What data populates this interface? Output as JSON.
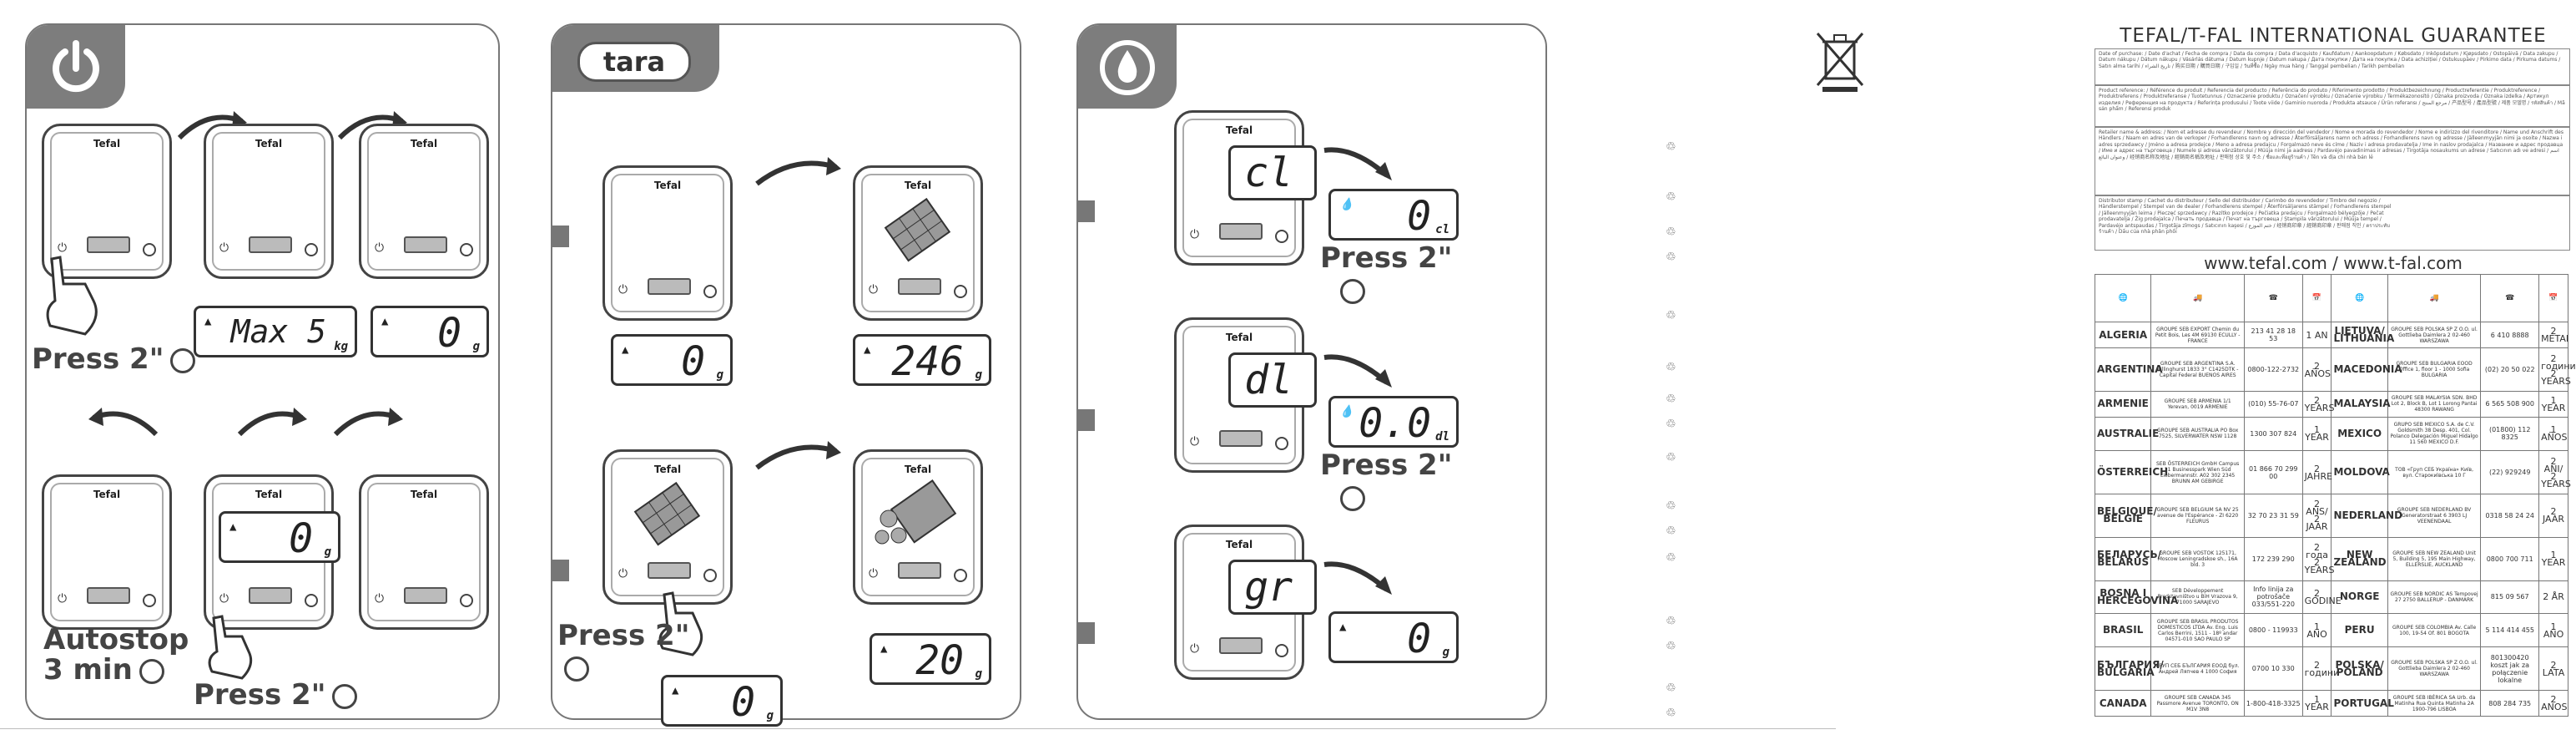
{
  "panel1": {
    "brand": "Tefal",
    "display_max": "Max 5",
    "display_max_unit": "kg",
    "display_zero": "0",
    "unit_g": "g",
    "press_label": "Press 2\"",
    "autostop_line1": "Autostop",
    "autostop_line2": "3 min",
    "press_label_bottom": "Press 2\""
  },
  "panel2": {
    "tara_label": "tara",
    "brand": "Tefal",
    "display_zero": "0",
    "display_246": "246",
    "display_zero_b": "0",
    "display_20": "20",
    "unit_g": "g",
    "press_label": "Press 2\""
  },
  "panel3": {
    "brand": "Tefal",
    "step1_unit_big": "cl",
    "step1_value": "0",
    "step1_unit": "cl",
    "step2_unit_big": "dl",
    "step2_value": "0.0",
    "step2_unit": "dl",
    "step3_unit_big": "gr",
    "step3_value": "0",
    "step3_unit": "g",
    "press_label": "Press 2\""
  },
  "guarantee": {
    "title": "TEFAL/T-FAL INTERNATIONAL GUARANTEE",
    "box1_text": "Date of purchase: / Date d'achat / Fecha de compra / Data da compra / Data d'acquisto / Kaufdatum / Aankoopdatum / Købsdato / Inköpsdatum / Kjøpsdato / Ostopäivä / Data zakupu / Datum nákupu / Dátum nákupu / Vásárlás dátuma / Datum kupnje / Datum nakupa / Дата покупки / Дата на покупка / Data achiziției / Ostukuupäev / Pirkimo data / Pirkuma datums / Satın alma tarihi / تاريخ الشراء / 购买日期 / 購買日期 / 구입일 / วันที่ซื้อ / Ngày mua hàng / Tanggal pembelian / Tarikh pembelian",
    "box2_text": "Product reference: / Référence du produit / Referencia del producto / Referência do produto / Riferimento prodotto / Produktbezeichnung / Productreferentie / Produktreference / Produktreferens / Produktreferanse / Tuotetunnus / Oznaczenie produktu / Označení výrobku / Označenie výrobku / Termékazonosító / Oznaka proizvoda / Oznaka izdelka / Артикул изделия / Референция на продукта / Referința produsului / Toote viide / Gaminio nuoroda / Produkta atsauce / Ürün referansı / مرجع المنتج / 产品型号 / 產品型號 / 제품 모델명 / รหัสสินค้า / Mã sản phẩm / Referensi produk",
    "box3_text": "Retailer name & address: / Nom et adresse du revendeur / Nombre y dirección del vendedor / Nome e morada do revendedor / Nome e indirizzo del rivenditore / Name und Anschrift des Händlers / Naam en adres van de verkoper / Forhandlerens navn og adresse / Återförsäljarens namn och adress / Forhandlerens navn og adresse / Jälleenmyyjän nimi ja osoite / Nazwa i adres sprzedawcy / Jméno a adresa prodejce / Meno a adresa predajcu / Forgalmazó neve és címe / Naziv i adresa prodavatelja / Ime in naslov prodajalca / Название и адрес продавца / Име и адрес на търговеца / Numele și adresa vânzătorului / Müüja nimi ja aadress / Pardavėjo pavadinimas ir adresas / Tirgotāja nosaukums un adrese / Satıcının adı ve adresi / اسم وعنوان البائع / 经销商名称及地址 / 經銷商名稱及地址 / 판매점 상호 및 주소 / ชื่อและที่อยู่ร้านค้า / Tên và địa chỉ nhà bán lẻ",
    "box4_text": "Distributor stamp / Cachet du distributeur / Sello del distribuidor / Carimbo do revendedor / Timbro del negozio / Händlerstempel / Stempel van de dealer / Forhandlerens stempel / Återförsäljarens stämpel / Forhandlerens stempel / Jälleenmyyjän leima / Pieczęć sprzedawcy / Razítko prodejce / Pečiatka predajcu / Forgalmazó bélyegzője / Pečat prodavatelja / Žig prodajalca / Печать продавца / Печат на търговеца / Ștampila vânzătorului / Müüja tempel / Pardavėjo antspaudas / Tirgotāja zīmogs / Satıcının kaşesi / ختم الموزع / 经销商印章 / 經銷商印章 / 판매점 직인 / ตราประทับร้านค้า / Dấu của nhà phân phối",
    "url": "www.tefal.com / www.t-fal.com"
  },
  "countries_left": [
    {
      "country": "ALGERIA",
      "address": "GROUPE SEB EXPORT Chemin du Petit Bois, Les 4M 69130 ECULLY - FRANCE",
      "phone": "213 41 28 18 53",
      "years": "1 AN"
    },
    {
      "country": "ARGENTINA",
      "address": "GROUPE SEB ARGENTINA S.A. Billinghurst 1833 3° C1425DTK - Capital Federal BUENOS AIRES",
      "phone": "0800-122-2732",
      "years": "2 AÑOS"
    },
    {
      "country": "ARMENIE",
      "address": "GROUPE SEB ARMENIA 1/1 Yerevan, 0019 ARMENIE",
      "phone": "(010) 55-76-07",
      "years": "2 YEARS"
    },
    {
      "country": "AUSTRALIE",
      "address": "GROUPE SEB AUSTRALIA PO Box 7525, SILVERWATER NSW 1128",
      "phone": "1300 307 824",
      "years": "1 YEAR"
    },
    {
      "country": "ÖSTERREICH",
      "address": "SEB ÖSTERREICH GmbH Campus 21 Businesspark Wien Süd Liebermannstr. A02 302 2345 BRUNN AM GEBIRGE",
      "phone": "01 866 70 299 00",
      "years": "2 JAHRE"
    },
    {
      "country": "BELGIQUE/ BELGIE",
      "address": "GROUPE SEB BELGIUM SA NV 25 avenue de l'Espérance - ZI 6220 FLEURUS",
      "phone": "32 70 23 31 59",
      "years": "2 ANS/ 2 JAAR"
    },
    {
      "country": "БЕЛАРУСЬ/ BELARUS",
      "address": "GROUPE SEB VOSTOK 125171, Moscow Leningradskoe sh., 16A bld. 3",
      "phone": "172 239 290",
      "years": "2 года 2 YEARS"
    },
    {
      "country": "BOSNA I HERCEGOVINA",
      "address": "SEB Développement Predstavništvo u BiH Vrazova 9, 71000 SARAJEVO",
      "phone": "Info linija za potrošače 033/551-220",
      "years": "2 GODINE"
    },
    {
      "country": "BRASIL",
      "address": "GROUPE SEB BRASIL PRODUTOS DOMESTICOS LTDA Av. Eng. Luis Carlos Berrini, 1511 - 18º andar 04571-010 SAO PAULO SP",
      "phone": "0800 - 119933",
      "years": "1 ANO"
    },
    {
      "country": "БЪЛГАРИЯ/ BULGARIA",
      "address": "ГРУП СЕБ БЪЛГАРИЯ ЕООД бул. Андрей Ляпчев 4 1000 София",
      "phone": "0700 10 330",
      "years": "2 години"
    },
    {
      "country": "CANADA",
      "address": "GROUPE SEB CANADA 345 Passmore Avenue TORONTO, ON M1V 3N8",
      "phone": "1-800-418-3325",
      "years": "1 YEAR"
    }
  ],
  "countries_right": [
    {
      "country": "LIETUVA/ LITHUANIA",
      "address": "GROUPE SEB POLSKA SP Z O.O. ul. Gottlieba Daimlera 2 02-460 WARSZAWA",
      "phone": "6 410 8888",
      "years": "2 METAI"
    },
    {
      "country": "MACEDONIA",
      "address": "GROUPE SEB BULGARIA EOOD Office 1, floor 1 - 1000 Sofia BULGARIA",
      "phone": "(02) 20 50 022",
      "years": "2 години 2 YEARS"
    },
    {
      "country": "MALAYSIA",
      "address": "GROUPE SEB MALAYSIA SDN. BHD Lot 2, Block B, Lot 1 Lorong Pantai 48300 RAWANG",
      "phone": "6 565 508 900",
      "years": "1 YEAR"
    },
    {
      "country": "MEXICO",
      "address": "GRUPO SEB MEXICO S.A. de C.V. Goldsmith 38 Desp. 401, Col. Polanco Delegación Miguel Hidalgo 11 560 MEXICO D.F.",
      "phone": "(01800) 112 8325",
      "years": "1 AÑOS"
    },
    {
      "country": "MOLDOVA",
      "address": "TOB «Груп СЕБ Україна» Київ, вул. Старокиївська 10 Г",
      "phone": "(22) 929249",
      "years": "2 ANI/ 2 YEARS"
    },
    {
      "country": "NEDERLAND",
      "address": "GROUPE SEB NEDERLAND BV Generatorstraat 6 3903 LJ VEENENDAAL",
      "phone": "0318 58 24 24",
      "years": "2 JAAR"
    },
    {
      "country": "NEW ZEALAND",
      "address": "GROUPE SEB NEW ZEALAND Unit 5, Building 5, 195 Main Highway, ELLERSLIE, AUCKLAND",
      "phone": "0800 700 711",
      "years": "1 YEAR"
    },
    {
      "country": "NORGE",
      "address": "GROUPE SEB NORDIC AS Tempovej 27 2750 BALLERUP - DANMARK",
      "phone": "815 09 567",
      "years": "2 ÅR"
    },
    {
      "country": "PERU",
      "address": "GROUPE SEB COLOMBIA Av. Calle 100, 19-54 Of. 801 BOGOTA",
      "phone": "5 114 414 455",
      "years": "1 AÑO"
    },
    {
      "country": "POLSKA/ POLAND",
      "address": "GROUPE SEB POLSKA SP Z O.O. ul. Gottlieba Daimlera 2 02-460 WARSZAWA",
      "phone": "801300420 koszt jak za połączenie lokalne",
      "years": "2 LATA"
    },
    {
      "country": "PORTUGAL",
      "address": "GROUPE SEB IBÉRICA SA Urb. da Matinha Rua Quinta Matinha 2A 1900-796 LISBOA",
      "phone": "808 284 735",
      "years": "2 ANOS"
    }
  ]
}
